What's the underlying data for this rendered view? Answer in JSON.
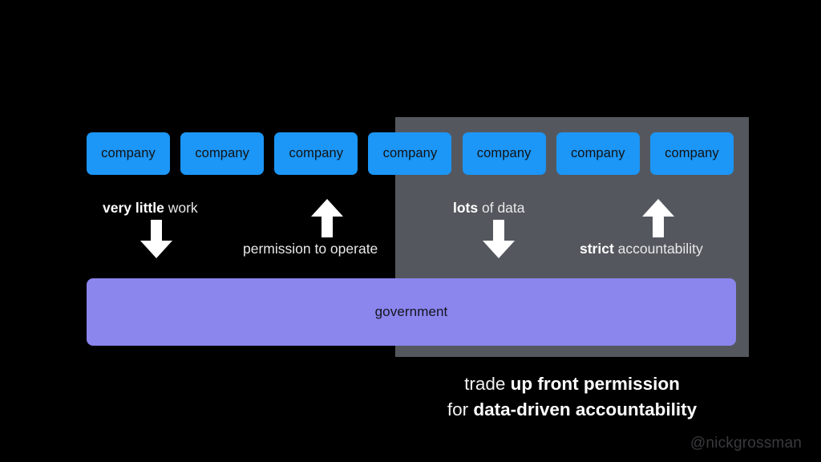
{
  "slide": {
    "background_color": "#000000",
    "panel_color": "#54585e",
    "box_color": "#1c96f7",
    "gov_color": "#8b85ee",
    "text_color": "#ffffff",
    "handle_color": "#3a3a3e"
  },
  "companies": [
    {
      "label": "company"
    },
    {
      "label": "company"
    },
    {
      "label": "company"
    },
    {
      "label": "company"
    },
    {
      "label": "company"
    },
    {
      "label": "company"
    },
    {
      "label": "company"
    }
  ],
  "flows": [
    {
      "id": "work",
      "bold": "very little",
      "rest": " work",
      "direction": "down",
      "arrow_icon": "arrow-down-icon"
    },
    {
      "id": "permission",
      "bold": "",
      "rest": "permission to operate",
      "direction": "up",
      "arrow_icon": "arrow-up-icon"
    },
    {
      "id": "data",
      "bold": "lots",
      "rest": " of data",
      "direction": "down",
      "arrow_icon": "arrow-down-icon"
    },
    {
      "id": "accountability",
      "bold": "strict",
      "rest": " accountability",
      "direction": "up",
      "arrow_icon": "arrow-up-icon"
    }
  ],
  "government": {
    "label": "government"
  },
  "caption": {
    "line1_light": "trade ",
    "line1_bold": "up front permission",
    "line2_light": "for ",
    "line2_bold": "data-driven accountability"
  },
  "handle": {
    "text": "@nickgrossman"
  }
}
